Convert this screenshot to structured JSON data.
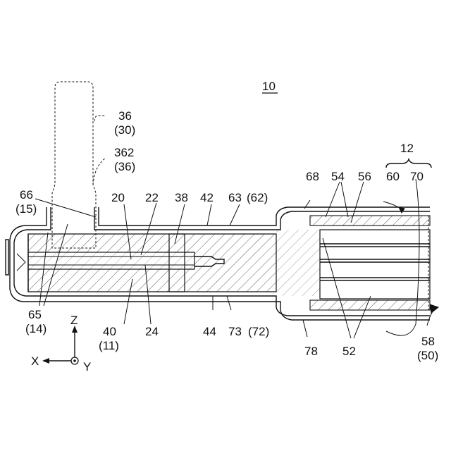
{
  "figure_number": "10",
  "labels": {
    "l36": "36",
    "l30": "(30)",
    "l362": "362",
    "l36b": "(36)",
    "l12": "12",
    "l66": "66",
    "l15": "(15)",
    "l20": "20",
    "l22": "22",
    "l38": "38",
    "l42": "42",
    "l63": "63",
    "l62": "(62)",
    "l68": "68",
    "l54": "54",
    "l56": "56",
    "l60": "60",
    "l70": "70",
    "l65": "65",
    "l14": "(14)",
    "l40": "40",
    "l11": "(11)",
    "l24": "24",
    "l44": "44",
    "l73": "73",
    "l72": "(72)",
    "l78": "78",
    "l52": "52",
    "l58": "58",
    "l50": "(50)"
  },
  "axes": {
    "z": "Z",
    "x": "X",
    "y": "Y"
  }
}
